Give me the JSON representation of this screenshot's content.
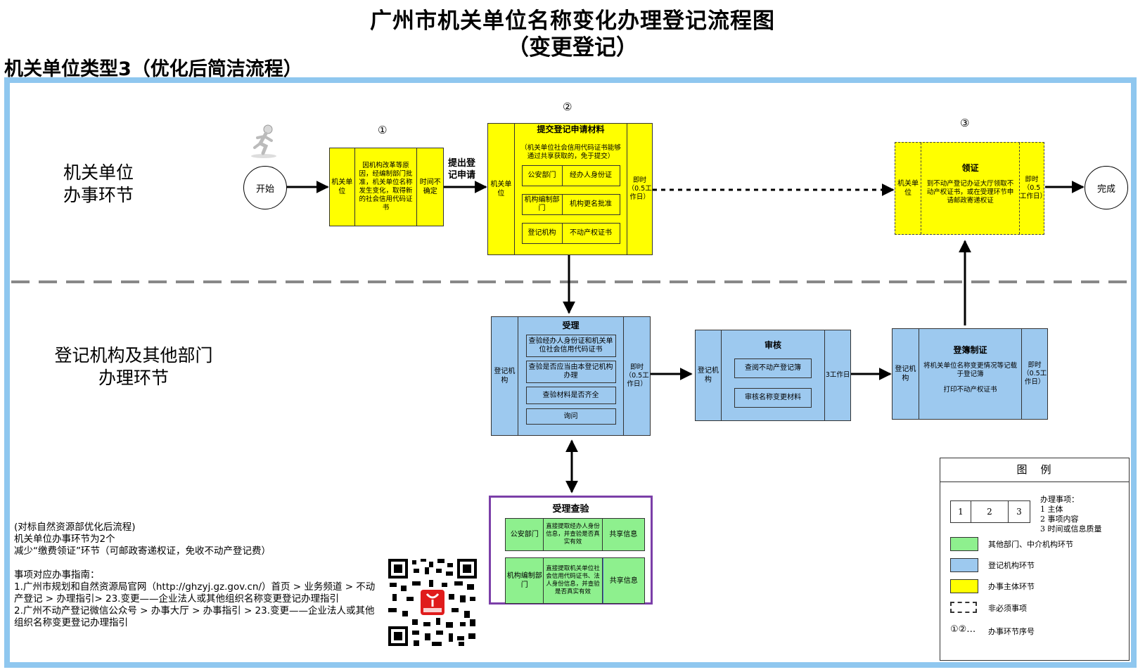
{
  "title": "广州市机关单位名称变化办理登记流程图",
  "title_sub": "（变更登记）",
  "subtitle": "机关单位类型3（优化后简洁流程）",
  "lanes": {
    "top": "机关单位\n办事环节",
    "bottom": "登记机构及其他部门\n办理环节"
  },
  "start_label": "开始",
  "end_label": "完成",
  "step_numbers": [
    "①",
    "②",
    "③"
  ],
  "step1": {
    "subject": "机关单位",
    "content": "因机构改革等原因，经编制部门批准，机关单位名称发生变化，取得新的社会信用代码证书",
    "time": "时间不确定"
  },
  "arrow_label": "提出登记申请",
  "step2": {
    "subject": "机关单位",
    "header": "提交登记申请材料",
    "note": "（机关单位社会信用代码证书能够通过共享获取的，免于提交）",
    "rows": [
      {
        "org": "公安部门",
        "item": "经办人身份证"
      },
      {
        "org": "机构编制部门",
        "item": "机构更名批准"
      },
      {
        "org": "登记机构",
        "item": "不动产权证书"
      }
    ],
    "time": "即时（0.5工作日）"
  },
  "step3": {
    "subject": "机关单位",
    "header": "领证",
    "content": "到不动产登记办证大厅领取不动产权证书，或在受理环节申请邮政寄递权证",
    "time": "即时（0.5工作日）"
  },
  "accept": {
    "subject": "登记机构",
    "header": "受理",
    "items": [
      "查验经办人身份证和机关单位社会信用代码证书",
      "查验是否应当由本登记机构办理",
      "查验材料是否齐全",
      "询问"
    ],
    "time": "即时（0.5工作日）"
  },
  "review": {
    "subject": "登记机构",
    "header": "审核",
    "items": [
      "查阅不动产登记簿",
      "审核名称变更材料"
    ],
    "time": "3工作日"
  },
  "register": {
    "subject": "登记机构",
    "header": "登簿制证",
    "content": "将机关单位名称变更情况等记载于登记簿",
    "content2": "打印不动产权证书",
    "time": "即时（0.5工作日）"
  },
  "check": {
    "header": "受理查验",
    "rows": [
      {
        "org": "公安部门",
        "content": "直接提取经办人身份信息，并查验是否真实有效",
        "result": "共享信息"
      },
      {
        "org": "机构编制部门",
        "content": "直接提取机关单位社会信用代码证书、法人身份信息，并查验是否真实有效",
        "result": "共享信息"
      }
    ]
  },
  "notes": {
    "line1": "(对标自然资源部优化后流程)",
    "line2": "机关单位办事环节为2个",
    "line3": "减少“缴费领证”环节（可邮政寄递权证，免收不动产登记费）",
    "line4": "事项对应办事指南：",
    "line5": "1.广州市规划和自然资源局官网（http://ghzyj.gz.gov.cn/）首页 > 业务频道 > 不动产登记 > 办理指引> 23.变更——企业法人或其他组织名称变更登记办理指引",
    "line6": "2.广州不动产登记微信公众号 > 办事大厅 > 办事指引 > 23.变更——企业法人或其他组织名称变更登记办理指引"
  },
  "legend": {
    "title": "图　例",
    "cells": [
      "1",
      "2",
      "3"
    ],
    "items_title": "办理事项：",
    "items": [
      "1 主体",
      "2 事项内容",
      "3 时间或信息质量"
    ],
    "green": "其他部门、中介机构环节",
    "blue": "登记机构环节",
    "yellow": "办事主体环节",
    "dashed": "非必须事项",
    "seq_symbol": "①②…",
    "seq": "办事环节序号"
  },
  "colors": {
    "yellow": "#ffff00",
    "blue": "#9dc9ef",
    "green": "#8ef08e",
    "frame": "#8fc7ef",
    "purple": "#7b3fa8"
  }
}
